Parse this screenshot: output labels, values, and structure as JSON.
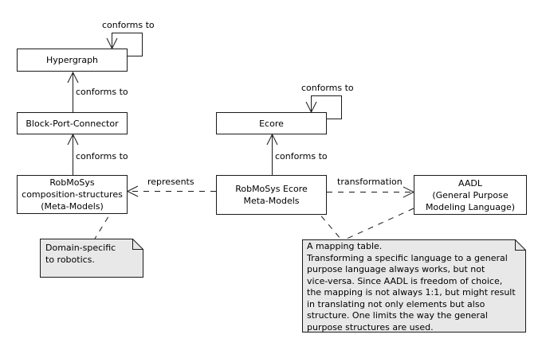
{
  "nodes": {
    "hypergraph": {
      "label": "Hypergraph"
    },
    "block_port_connector": {
      "label": "Block-Port-Connector"
    },
    "robmosys_composition": {
      "line1": "RobMoSys",
      "line2": "composition-structures",
      "line3": "(Meta-Models)"
    },
    "ecore": {
      "label": "Ecore"
    },
    "robmosys_ecore": {
      "line1": "RobMoSys Ecore",
      "line2": "Meta-Models"
    },
    "aadl": {
      "line1": "AADL",
      "line2": "(General Purpose",
      "line3": "Modeling Language)"
    }
  },
  "edges": {
    "hypergraph_self_loop": {
      "label": "conforms to"
    },
    "bpc_to_hypergraph": {
      "label": "conforms to"
    },
    "composition_to_bpc": {
      "label": "conforms to"
    },
    "ecore_self_loop": {
      "label": "conforms to"
    },
    "robmosys_ecore_to_ecore": {
      "label": "conforms to"
    },
    "represents": {
      "label": "represents"
    },
    "transformation": {
      "label": "transformation"
    }
  },
  "notes": {
    "domain_note": {
      "line1": "Domain-specific",
      "line2": "to robotics."
    },
    "mapping_note": {
      "lines": [
        "A mapping table.",
        "Transforming a specific language to a general",
        "purpose language always works, but not",
        "vice-versa. Since AADL is freedom of choice,",
        "the mapping is not always 1:1, but might result",
        "in translating not only elements but also",
        "structure. One limits the way the general",
        "purpose structures are used."
      ]
    }
  },
  "colors": {
    "line": "#1a1a1a",
    "note_fill": "#e8e8e8",
    "box_fill": "#ffffff",
    "background": "#ffffff"
  }
}
